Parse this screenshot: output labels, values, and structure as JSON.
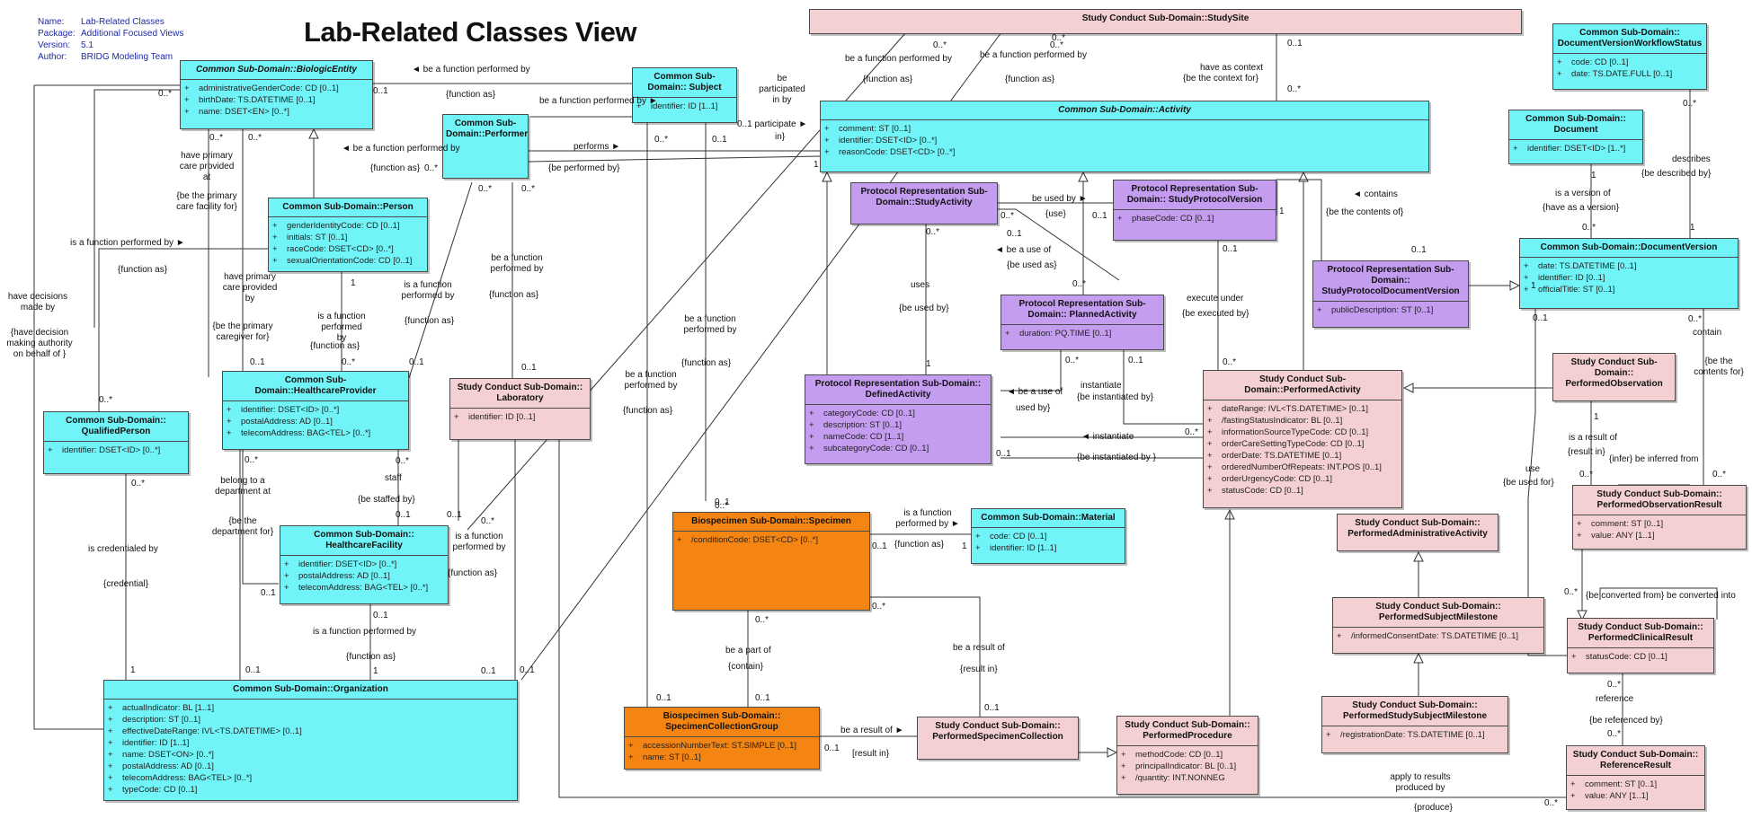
{
  "header": {
    "info": [
      {
        "k": "Name:",
        "v": "Lab-Related Classes"
      },
      {
        "k": "Package:",
        "v": "Additional Focused Views"
      },
      {
        "k": "Version:",
        "v": "5.1"
      },
      {
        "k": "Author:",
        "v": "BRIDG Modeling Team"
      }
    ],
    "title": "Lab-Related Classes View"
  },
  "colors": {
    "common": "#70f4f8",
    "protocol": "#c49cf0",
    "study_conduct": "#f4d0d2",
    "biospecimen": "#f58512",
    "info_text": "#1e2aa8"
  },
  "classes": {
    "biologic": {
      "title": "Common Sub-Domain::BiologicEntity",
      "italic": true,
      "attrs": [
        "administrativeGenderCode: CD [0..1]",
        "birthDate: TS.DATETIME [0..1]",
        "name: DSET<EN> [0..*]"
      ]
    },
    "subject": {
      "title": "Common Sub-Domain:: Subject",
      "attrs": [
        "identifier: ID [1..1]"
      ]
    },
    "performer": {
      "title": "Common Sub-Domain::Performer",
      "attrs": []
    },
    "person": {
      "title": "Common Sub-Domain::Person",
      "attrs": [
        "genderIdentityCode: CD [0..1]",
        "initials: ST [0..1]",
        "raceCode: DSET<CD> [0..*]",
        "sexualOrientationCode: CD [0..1]"
      ]
    },
    "provider": {
      "title": "Common Sub-Domain::HealthcareProvider",
      "attrs": [
        "identifier: DSET<ID> [0..*]",
        "postalAddress: AD [0..1]",
        "telecomAddress: BAG<TEL> [0..*]"
      ]
    },
    "qualified": {
      "title": "Common Sub-Domain:: QualifiedPerson",
      "attrs": [
        "identifier: DSET<ID> [0..*]"
      ]
    },
    "laboratory": {
      "title": "Study Conduct Sub-Domain:: Laboratory",
      "attrs": [
        "identifier: ID [0..1]"
      ]
    },
    "facility": {
      "title": "Common Sub-Domain:: HealthcareFacility",
      "attrs": [
        "identifier: DSET<ID> [0..*]",
        "postalAddress: AD [0..1]",
        "telecomAddress: BAG<TEL> [0..*]"
      ]
    },
    "organization": {
      "title": "Common Sub-Domain::Organization",
      "attrs": [
        "actualIndicator: BL [1..1]",
        "description: ST [0..1]",
        "effectiveDateRange: IVL<TS.DATETIME> [0..1]",
        "identifier: ID [1..1]",
        "name: DSET<ON> [0..*]",
        "postalAddress: AD [0..1]",
        "telecomAddress: BAG<TEL> [0..*]",
        "typeCode: CD [0..1]"
      ]
    },
    "specimen": {
      "title": "Biospecimen Sub-Domain::Specimen",
      "attrs": [
        "/conditionCode: DSET<CD> [0..*]"
      ]
    },
    "collection_group": {
      "title": "Biospecimen Sub-Domain:: SpecimenCollectionGroup",
      "attrs": [
        "accessionNumberText: ST.SIMPLE [0..1]",
        "name: ST [0..1]"
      ]
    },
    "material": {
      "title": "Common Sub-Domain::Material",
      "attrs": [
        "code: CD [0..1]",
        "identifier: ID [1..1]"
      ]
    },
    "study_site": {
      "title": "Study Conduct Sub-Domain::StudySite",
      "attrs": []
    },
    "activity": {
      "title": "Common Sub-Domain::Activity",
      "italic": true,
      "attrs": [
        "comment: ST [0..1]",
        "identifier: DSET<ID> [0..*]",
        "reasonCode: DSET<CD> [0..*]"
      ]
    },
    "study_activity": {
      "title": "Protocol Representation Sub-Domain::StudyActivity",
      "attrs": []
    },
    "study_protocol_version": {
      "title": "Protocol Representation Sub-Domain:: StudyProtocolVersion",
      "attrs": [
        "phaseCode: CD [0..1]"
      ]
    },
    "planned_activity": {
      "title": "Protocol Representation Sub-Domain:: PlannedActivity",
      "attrs": [
        "duration: PQ.TIME [0..1]"
      ]
    },
    "defined_activity": {
      "title": "Protocol Representation Sub-Domain:: DefinedActivity",
      "attrs": [
        "categoryCode: CD [0..1]",
        "description: ST [0..1]",
        "nameCode: CD [1..1]",
        "subcategoryCode: CD [0..1]"
      ]
    },
    "study_protocol_document_version": {
      "title": "Protocol Representation Sub-Domain:: StudyProtocolDocumentVersion",
      "attrs": [
        "publicDescription: ST [0..1]"
      ]
    },
    "performed_activity": {
      "title": "Study Conduct Sub-Domain::PerformedActivity",
      "attrs": [
        "dateRange: IVL<TS.DATETIME> [0..1]",
        "/fastingStatusIndicator: BL [0..1]",
        "informationSourceTypeCode: CD [0..1]",
        "orderCareSettingTypeCode: CD [0..1]",
        "orderDate: TS.DATETIME [0..1]",
        "orderedNumberOfRepeats: INT.POS [0..1]",
        "orderUrgencyCode: CD [0..1]",
        "statusCode: CD [0..1]"
      ]
    },
    "perf_admin": {
      "title": "Study Conduct Sub-Domain:: PerformedAdministrativeActivity",
      "attrs": []
    },
    "perf_subject_milestone": {
      "title": "Study Conduct Sub-Domain:: PerformedSubjectMilestone",
      "attrs": [
        "/informedConsentDate: TS.DATETIME [0..1]"
      ]
    },
    "perf_study_subject_milestone": {
      "title": "Study Conduct Sub-Domain:: PerformedStudySubjectMilestone",
      "attrs": [
        "/registrationDate: TS.DATETIME [0..1]"
      ]
    },
    "perf_specimen_collection": {
      "title": "Study Conduct Sub-Domain:: PerformedSpecimenCollection",
      "attrs": []
    },
    "perf_procedure": {
      "title": "Study Conduct Sub-Domain:: PerformedProcedure",
      "attrs": [
        "methodCode: CD [0..1]",
        "principalIndicator: BL [0..1]",
        "/quantity: INT.NONNEG"
      ]
    },
    "doc_workflow": {
      "title": "Common Sub-Domain:: DocumentVersionWorkflowStatus",
      "attrs": [
        "code: CD [0..1]",
        "date: TS.DATE.FULL [0..1]"
      ]
    },
    "document": {
      "title": "Common Sub-Domain:: Document",
      "attrs": [
        "identifier: DSET<ID> [1..*]"
      ]
    },
    "document_version": {
      "title": "Common Sub-Domain::DocumentVersion",
      "attrs": [
        "date: TS.DATETIME [0..1]",
        "identifier: ID [0..1]",
        "officialTitle: ST [0..1]"
      ]
    },
    "perf_observation": {
      "title": "Study Conduct Sub-Domain:: PerformedObservation",
      "attrs": []
    },
    "perf_observation_result": {
      "title": "Study Conduct Sub-Domain:: PerformedObservationResult",
      "attrs": [
        "comment: ST [0..1]",
        "value: ANY [1..1]"
      ]
    },
    "perf_clinical_result": {
      "title": "Study Conduct Sub-Domain:: PerformedClinicalResult",
      "attrs": [
        "statusCode: CD [0..1]"
      ]
    },
    "reference_result": {
      "title": "Study Conduct Sub-Domain:: ReferenceResult",
      "attrs": [
        "comment: ST [0..1]",
        "value: ANY [1..1]"
      ]
    }
  },
  "labels": [
    "◄ be a function performed by",
    "0..*",
    "0..1",
    "{function as}",
    "be a function performed by ►",
    "be participated in by",
    "0..1 participate ►",
    "in}",
    "◄ be a function performed by",
    "0..*",
    "0..*",
    "1",
    "performs ►",
    "{be performed by}",
    "0..*",
    "{function as}",
    "0..*",
    "0..*",
    "0..*",
    "0..1",
    "have primary care provided at",
    "{be the primary care facility for}",
    "is a function performed by ►",
    "{function as}",
    "have primary care provided by",
    "{be the primary caregiver for}",
    "is a function performed by",
    "{function as}",
    "0..1",
    "0..*",
    "1",
    "is a function performed by",
    "{function as}",
    "0..1",
    "have decisions made by",
    "{have decision making authority on behalf of }",
    "0..*",
    "0..*",
    "is credentialed by",
    "{credential}",
    "1",
    "belong to a department at",
    "{be the department for}",
    "0..*",
    "staff",
    "{be staffed by}",
    "0..*",
    "0..1",
    "is a function performed by",
    "{function as}",
    "0..1",
    "1",
    "0..1",
    "0..1",
    "0..1",
    "0..1",
    "is a function performed by",
    "{function as}",
    "0..1",
    "be a function performed by",
    "{function as}",
    "0..1",
    "be a function performed by",
    "{function as}",
    "be a function performed by",
    "{function as}",
    "0..*",
    "0..*",
    "0..*",
    "0..*",
    "0..1",
    "be a function performed by",
    "{function as}",
    "0..*",
    "be a function performed by",
    "{function as}",
    "have as context",
    "{be the context for}",
    "0..1",
    "0..*",
    "be used by ►",
    "{use}",
    "0..*",
    "0..1",
    "1",
    "◄ be a use of",
    "{be used as}",
    "0..*",
    "0..1",
    "0..*",
    "uses",
    "{be used by}",
    "1",
    "◄ contains",
    "{be the contents of}",
    "0..1",
    "execute under",
    "{be executed by}",
    "0..1",
    "0..*",
    "◄ be a use of",
    "used by}",
    "0..*",
    "0..1",
    "instantiate",
    "{be instantiated by}",
    "◄ instantiate",
    "{be instantiated by }",
    "0..1",
    "0..*",
    "is a function performed by ►",
    "{function as}",
    "1",
    "0..1",
    "0..*",
    "be a part of",
    "{contain}",
    "0..1",
    "0..1",
    "be a result of",
    "{result in}",
    "0..1",
    "be a result of ►",
    "[result in}",
    "0..1",
    "0..*",
    "describes",
    "{be described by}",
    "0..*",
    "1",
    "is a version of",
    "{have as a version}",
    "0..*",
    "1",
    "1",
    "0..*",
    "contain",
    "{be the contents for}",
    "0..1",
    "use",
    "{be used for}",
    "1",
    "is a result of",
    "{result in}",
    "0..*",
    "{infer} be inferred from",
    "0..*",
    "{be converted from} be converted into",
    "0..*",
    "reference",
    "{be referenced by}",
    "0..*",
    "0..*",
    "apply to results produced by",
    "{produce}",
    "0..*"
  ]
}
